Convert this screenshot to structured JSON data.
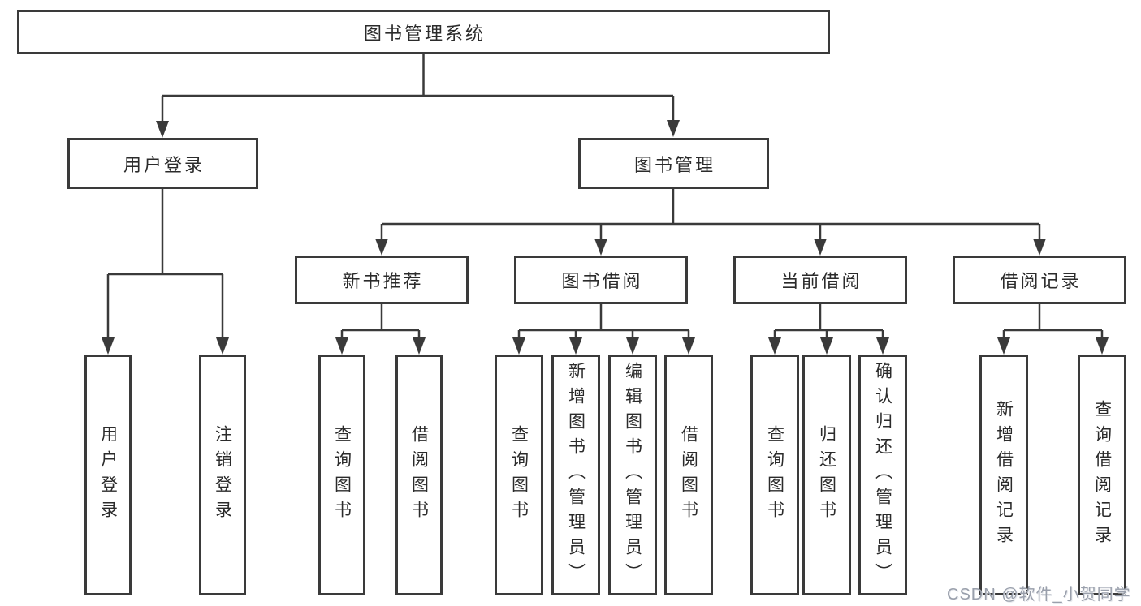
{
  "diagram": {
    "root": {
      "label": "图书管理系统"
    },
    "level2": [
      {
        "label": "用户登录"
      },
      {
        "label": "图书管理"
      }
    ],
    "level3": [
      {
        "label": "新书推荐"
      },
      {
        "label": "图书借阅"
      },
      {
        "label": "当前借阅"
      },
      {
        "label": "借阅记录"
      }
    ],
    "leaves": [
      {
        "label": "用户登录"
      },
      {
        "label": "注销登录"
      },
      {
        "label": "查询图书"
      },
      {
        "label": "借阅图书"
      },
      {
        "label": "查询图书"
      },
      {
        "label": "新增图书（管理员）"
      },
      {
        "label": "编辑图书（管理员）"
      },
      {
        "label": "借阅图书"
      },
      {
        "label": "查询图书"
      },
      {
        "label": "归还图书"
      },
      {
        "label": "确认归还（管理员）"
      },
      {
        "label": "新增借阅记录"
      },
      {
        "label": "查询借阅记录"
      }
    ]
  },
  "watermark": {
    "text": "CSDN @软件_小贺同学"
  },
  "colors": {
    "line": "#3a3a3a",
    "box_border": "#3a3a3a",
    "text": "#2b2b2b",
    "watermark": "#9aa0ac",
    "background": "#ffffff"
  }
}
